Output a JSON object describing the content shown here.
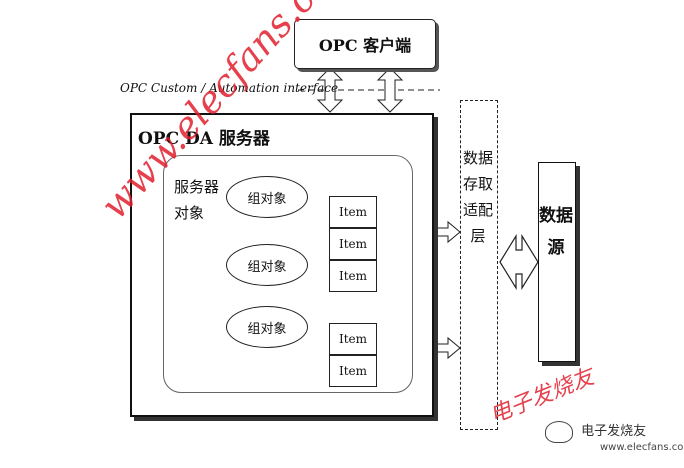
{
  "client": {
    "label": "OPC 客户端"
  },
  "interface_label": "OPC Custom / Automation interface",
  "server": {
    "title": "OPC DA 服务器",
    "object_label": "服务器对象",
    "groups": [
      "组对象",
      "组对象",
      "组对象"
    ],
    "items": [
      "Item",
      "Item",
      "Item",
      "Item",
      "Item"
    ]
  },
  "adapter": {
    "label": "数据存取适配层"
  },
  "datasource": {
    "label": "数据源"
  },
  "watermark": {
    "main": "www.elecfans.com",
    "cn": "电子发烧友"
  },
  "logo": {
    "name": "电子发烧友",
    "site": "www.elecfans.com"
  }
}
